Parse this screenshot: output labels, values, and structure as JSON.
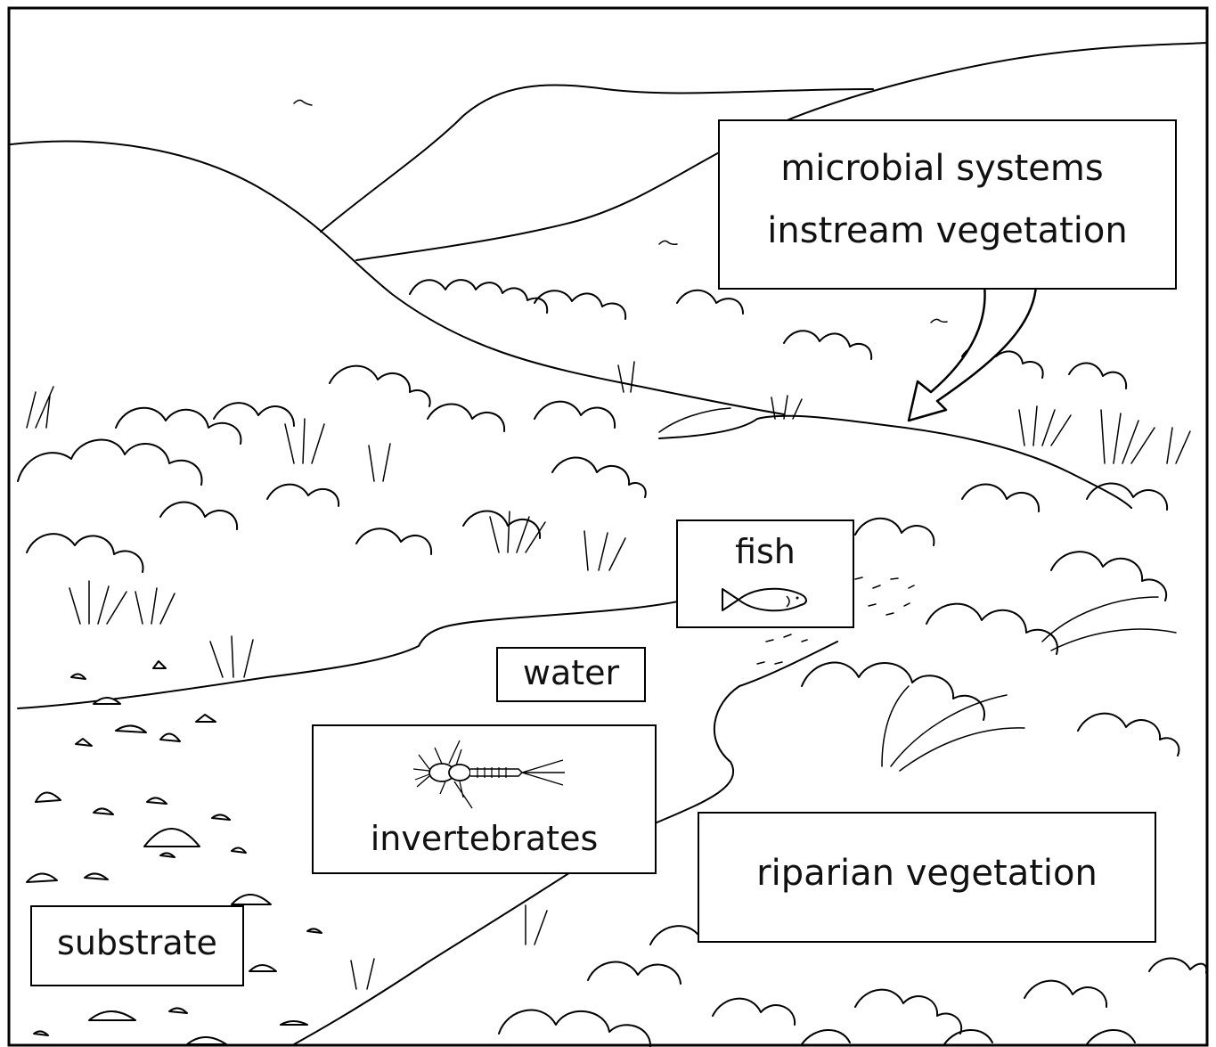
{
  "labels": {
    "microbial_systems": "microbial systems",
    "instream_vegetation": "instream vegetation",
    "fish": "fish",
    "water": "water",
    "invertebrates": "invertebrates",
    "riparian_vegetation": "riparian vegetation",
    "substrate": "substrate"
  },
  "colors": {
    "ink": "#000000",
    "paper": "#ffffff"
  },
  "icons": [
    "fish-icon",
    "mayfly-larva-icon",
    "bird-icon",
    "callout-arrow-icon"
  ]
}
